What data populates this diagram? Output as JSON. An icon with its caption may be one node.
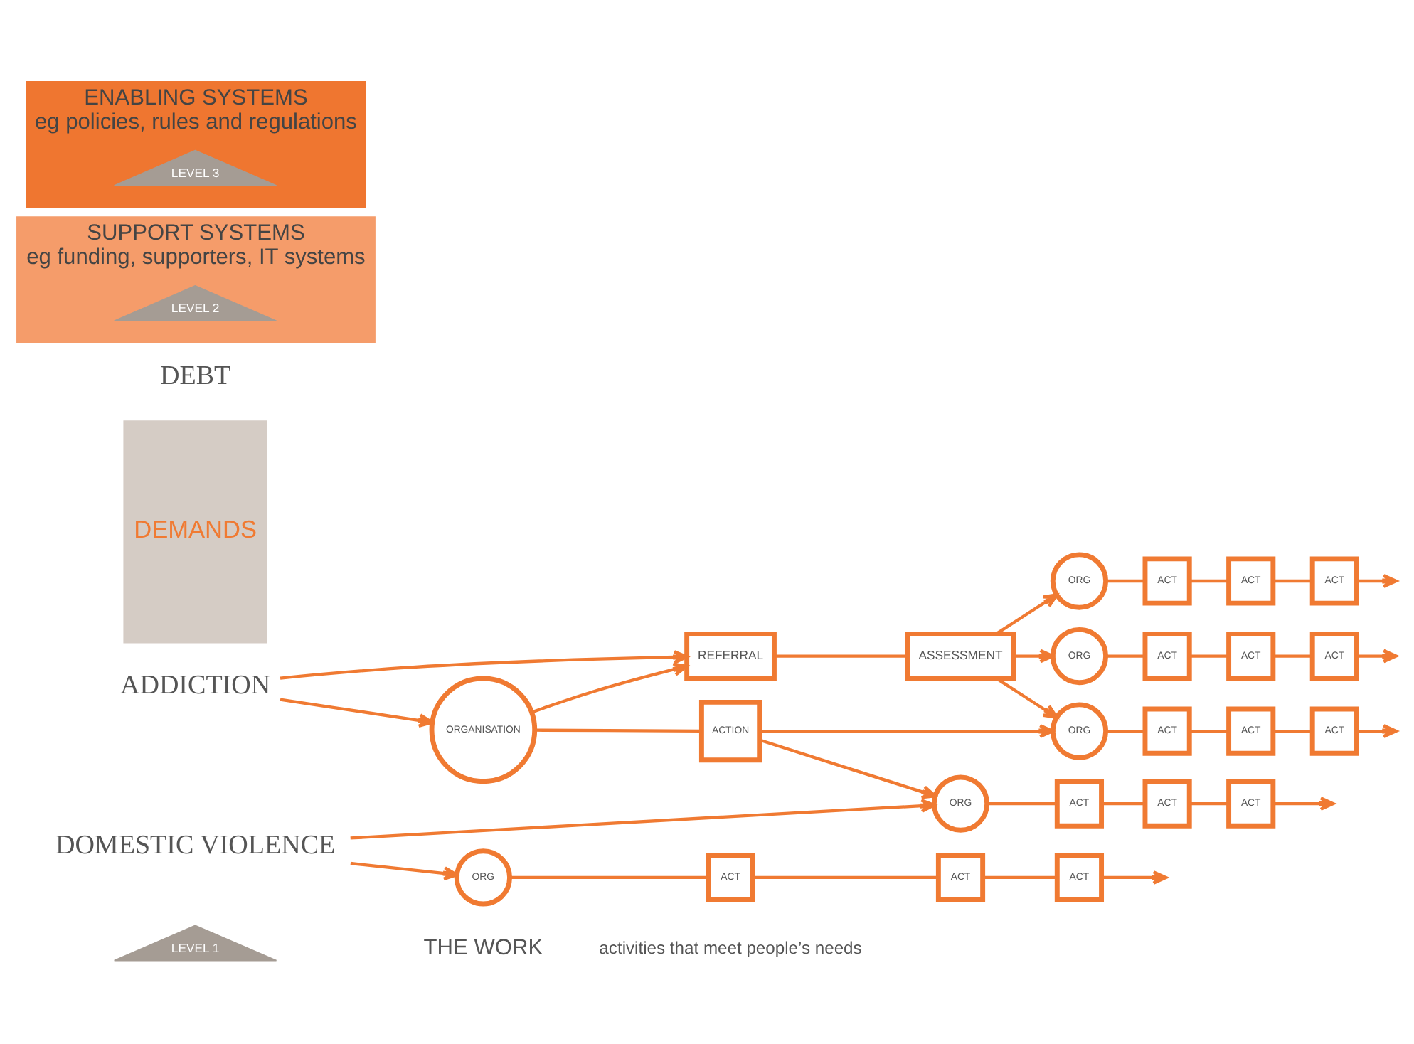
{
  "diagram": {
    "nodes": [
      {
        "text": [
          "LEVEL 1"
        ]
      },
      {
        "text": [
          "DEMANDS"
        ]
      },
      {
        "text": [
          "DEBT"
        ]
      },
      {
        "text": [
          "ADDICTION"
        ]
      },
      {
        "text": [
          "DOMESTIC VIOLENCE"
        ]
      },
      {
        "text": [
          "REFERRAL"
        ]
      },
      {
        "text": [
          "ASSESSMENT"
        ]
      },
      {
        "text": [
          "ORGANISATION"
        ]
      },
      {
        "text": [
          "ACTION"
        ]
      },
      {
        "text": [
          "ORG"
        ]
      },
      {
        "text": [
          "ACT"
        ]
      },
      {
        "text": [
          "ACT"
        ]
      },
      {
        "text": [
          "ACT"
        ]
      },
      {
        "text": [
          "ORG"
        ]
      },
      {
        "text": [
          "ACT"
        ]
      },
      {
        "text": [
          "ACT"
        ]
      },
      {
        "text": [
          "ACT"
        ]
      },
      {
        "text": [
          "ORG"
        ]
      },
      {
        "text": [
          "ACT"
        ]
      },
      {
        "text": [
          "ACT"
        ]
      },
      {
        "text": [
          "ACT"
        ]
      },
      {
        "text": [
          "ORG"
        ]
      },
      {
        "text": [
          "ACT"
        ]
      },
      {
        "text": [
          "ACT"
        ]
      },
      {
        "text": [
          "ACT"
        ]
      },
      {
        "text": [
          "ORG"
        ]
      },
      {
        "text": [
          "ACT"
        ]
      },
      {
        "text": [
          "ACT"
        ]
      },
      {
        "text": [
          "ACT"
        ]
      },
      {
        "text": [
          "SUPPORT SYSTEMS",
          "eg funding, supporters, IT systems"
        ]
      },
      {
        "text": [
          "LEVEL 2"
        ],
        "in": 29
      },
      {
        "text": [
          "ENABLING SYSTEMS",
          "eg policies, rules and regulations"
        ]
      },
      {
        "text": [
          "LEVEL 3"
        ],
        "in": 31
      }
    ],
    "edges": [
      {
        "from": 3,
        "to": 7,
        "arrow": "to"
      },
      {
        "from": 3,
        "to": 5,
        "arrow": "to"
      },
      {
        "from": 7,
        "to": 5,
        "arrow": "to"
      },
      {
        "from": 5,
        "to": 6,
        "arrow": "none"
      },
      {
        "from": 6,
        "to": 9,
        "arrow": "to"
      },
      {
        "from": 6,
        "to": 13,
        "arrow": "to"
      },
      {
        "from": 6,
        "to": 17,
        "arrow": "to"
      },
      {
        "from": 7,
        "to": 8,
        "arrow": "none"
      },
      {
        "from": 8,
        "to": 17,
        "arrow": "to"
      },
      {
        "from": 8,
        "to": 21,
        "arrow": "to"
      },
      {
        "from": 4,
        "to": 21,
        "arrow": "to"
      },
      {
        "from": 4,
        "to": 25,
        "arrow": "to"
      },
      {
        "from": 9,
        "to": 10,
        "arrow": "none"
      },
      {
        "from": 10,
        "to": 11,
        "arrow": "none"
      },
      {
        "from": 11,
        "to": 12,
        "arrow": "none"
      },
      {
        "from": 12,
        "to": null,
        "arrow": "to"
      },
      {
        "from": 13,
        "to": 14,
        "arrow": "none"
      },
      {
        "from": 14,
        "to": 15,
        "arrow": "none"
      },
      {
        "from": 15,
        "to": 16,
        "arrow": "none"
      },
      {
        "from": 16,
        "to": null,
        "arrow": "to"
      },
      {
        "from": 17,
        "to": 18,
        "arrow": "none"
      },
      {
        "from": 18,
        "to": 19,
        "arrow": "none"
      },
      {
        "from": 19,
        "to": 20,
        "arrow": "none"
      },
      {
        "from": 20,
        "to": null,
        "arrow": "to"
      },
      {
        "from": 21,
        "to": 22,
        "arrow": "none"
      },
      {
        "from": 22,
        "to": 23,
        "arrow": "none"
      },
      {
        "from": 23,
        "to": 24,
        "arrow": "none"
      },
      {
        "from": 24,
        "to": null,
        "arrow": "to"
      },
      {
        "from": 25,
        "to": 26,
        "arrow": "none"
      },
      {
        "from": 26,
        "to": 27,
        "arrow": "none"
      },
      {
        "from": 27,
        "to": 28,
        "arrow": "none"
      },
      {
        "from": 28,
        "to": null,
        "arrow": "to"
      }
    ],
    "labels": [
      "THE WORK",
      "activities that meet people’s needs"
    ]
  }
}
